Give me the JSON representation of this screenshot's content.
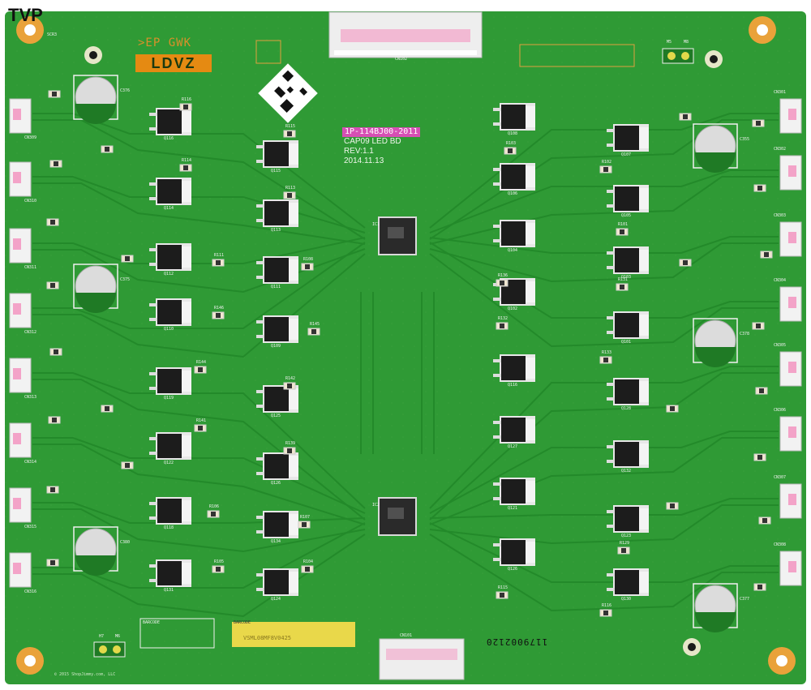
{
  "watermark": "TVP",
  "board": {
    "vendor_marks": ">EP GWK",
    "vendor_code": "LDVZ",
    "part_number": "1P-114BJ00-2011",
    "name": "CAP09 LED BD",
    "revision": "REV:1.1",
    "date": "2014.11.13",
    "serial": "1179002120",
    "barcode_label_left": "BARCODE",
    "barcode_label_right": "BARCODE",
    "sticker_code": "VSML08MF8V0425",
    "copyright": "© 2015 ShopJimmy.com, LLC"
  },
  "connectors_left": [
    "CN309",
    "CN310",
    "CN311",
    "CN312",
    "CN313",
    "CN314",
    "CN315",
    "CN316"
  ],
  "connectors_right": [
    "CN301",
    "CN302",
    "CN303",
    "CN304",
    "CN305",
    "CN306",
    "CN307",
    "CN308"
  ],
  "connectors_top": [
    "CN102"
  ],
  "connectors_bottom": [
    "CN101"
  ],
  "screw_label": "SCR3",
  "test_points": [
    "M5",
    "M8",
    "H7",
    "M6"
  ],
  "transistors_left_col1": [
    "Q116",
    "Q114",
    "Q112",
    "Q110",
    "Q119",
    "Q122",
    "Q118",
    "Q131"
  ],
  "transistors_left_col2": [
    "Q115",
    "Q113",
    "Q111",
    "Q109",
    "Q125",
    "Q126",
    "Q134",
    "Q124"
  ],
  "transistors_right_col1": [
    "Q108",
    "Q106",
    "Q104",
    "Q102",
    "Q116",
    "Q127",
    "Q121",
    "Q126"
  ],
  "transistors_right_col2": [
    "Q107",
    "Q105",
    "Q103",
    "Q101",
    "Q128",
    "Q132",
    "Q123",
    "Q130"
  ],
  "capacitors": [
    "C376",
    "C375",
    "C380",
    "C355",
    "C378",
    "C377"
  ],
  "ics": [
    "IC1",
    "IC2"
  ],
  "resistor_labels": [
    "R116",
    "R115",
    "R114",
    "R113",
    "R111",
    "R108",
    "R146",
    "R145",
    "R144",
    "R142",
    "R141",
    "R139",
    "R106",
    "R107",
    "R105",
    "R104",
    "R103",
    "R102",
    "R101",
    "R136",
    "R131",
    "R132",
    "R133",
    "R129"
  ]
}
